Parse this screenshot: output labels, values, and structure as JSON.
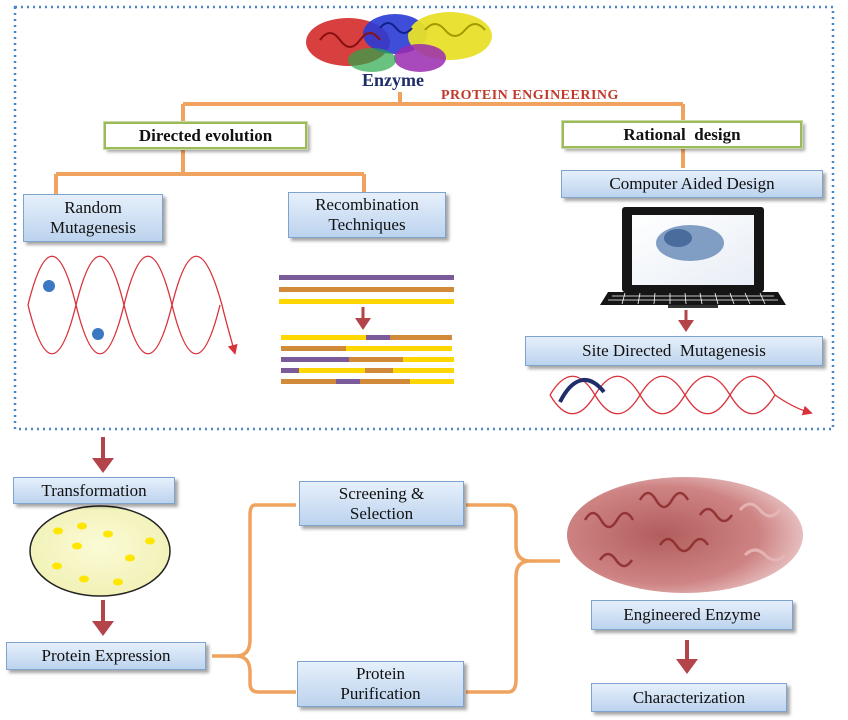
{
  "top": {
    "enzyme_label": "Enzyme",
    "title": "PROTEIN ENGINEERING"
  },
  "branches": {
    "directed_evolution": "Directed evolution",
    "rational_design": "Rational  design"
  },
  "methods": {
    "random_mutagenesis_line1": "Random",
    "random_mutagenesis_line2": "Mutagenesis",
    "recombination_line1": "Recombination",
    "recombination_line2": "Techniques",
    "computer_aided_design": "Computer Aided Design",
    "site_directed_mutagenesis": "Site Directed  Mutagenesis"
  },
  "workflow": {
    "transformation": "Transformation",
    "protein_expression": "Protein Expression",
    "screening_line1": "Screening &",
    "screening_line2": "Selection",
    "purification_line1": "Protein",
    "purification_line2": "Purification",
    "engineered_enzyme": "Engineered Enzyme",
    "characterization": "Characterization"
  },
  "colors": {
    "connector_orange": "#f0a35e",
    "arrow_maroon": "#b3444a",
    "box_border": "#7ea3cf",
    "title_red": "#c0392b",
    "enzyme_navy": "#1f2d6b",
    "frame_dots": "#4a86c8",
    "wave_red": "#d9323a",
    "bar_gold": "#ffd700",
    "bar_orange": "#d08a3a",
    "bar_purple": "#7b5a9a"
  }
}
